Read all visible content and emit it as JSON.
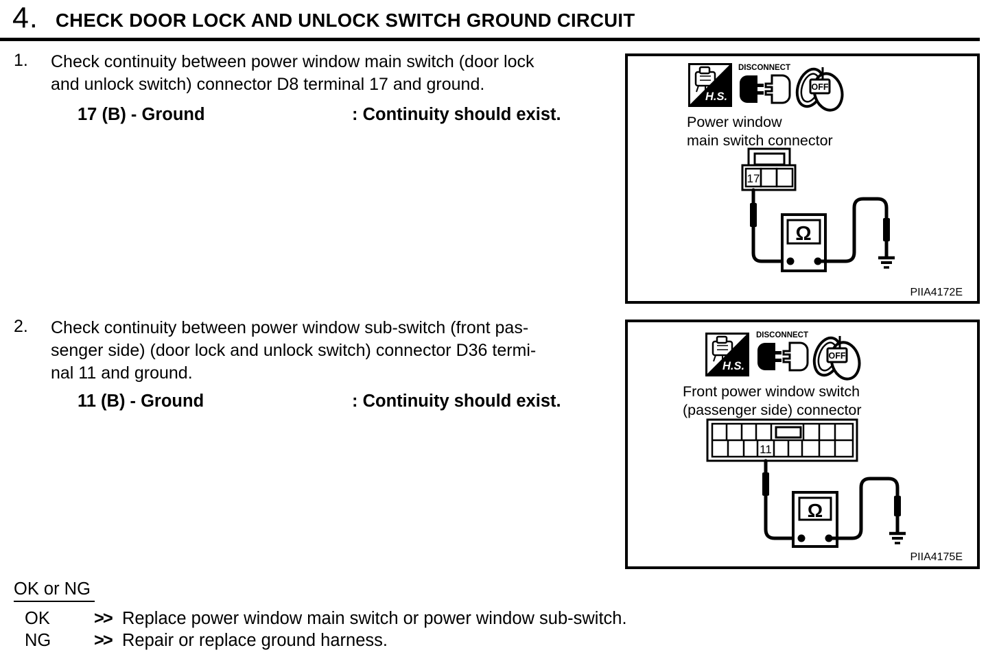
{
  "title": {
    "number": "4.",
    "text": "CHECK DOOR LOCK AND UNLOCK SWITCH GROUND CIRCUIT"
  },
  "steps": [
    {
      "number": "1.",
      "lines": [
        "Check continuity between power window main switch (door lock",
        "and unlock switch) connector D8 terminal 17 and ground."
      ],
      "spec": {
        "left": "17 (B) - Ground",
        "right": ": Continuity should exist."
      }
    },
    {
      "number": "2.",
      "lines": [
        "Check continuity between power window sub-switch (front pas-",
        "senger side) (door lock and unlock switch) connector D36 termi-",
        "nal 11 and ground."
      ],
      "spec": {
        "left": "11 (B) - Ground",
        "right": ": Continuity should exist."
      }
    }
  ],
  "figures": [
    {
      "hs_badge": "H.S.",
      "disconnect_label": "DISCONNECT",
      "key_off_label": "OFF",
      "caption": [
        "Power window",
        "main switch connector"
      ],
      "terminal": "17",
      "ohm_symbol": "Ω",
      "code": "PIIA4172E"
    },
    {
      "hs_badge": "H.S.",
      "disconnect_label": "DISCONNECT",
      "key_off_label": "OFF",
      "caption": [
        "Front power window switch",
        "(passenger side) connector"
      ],
      "terminal": "11",
      "ohm_symbol": "Ω",
      "code": "PIIA4175E"
    }
  ],
  "result": {
    "heading": "OK or NG",
    "items": [
      {
        "label": "OK",
        "arrow": ">>",
        "text": "Replace power window main switch or power window sub-switch."
      },
      {
        "label": "NG",
        "arrow": ">>",
        "text": "Repair or replace ground harness."
      }
    ]
  },
  "colors": {
    "ink": "#000000",
    "paper": "#ffffff"
  }
}
